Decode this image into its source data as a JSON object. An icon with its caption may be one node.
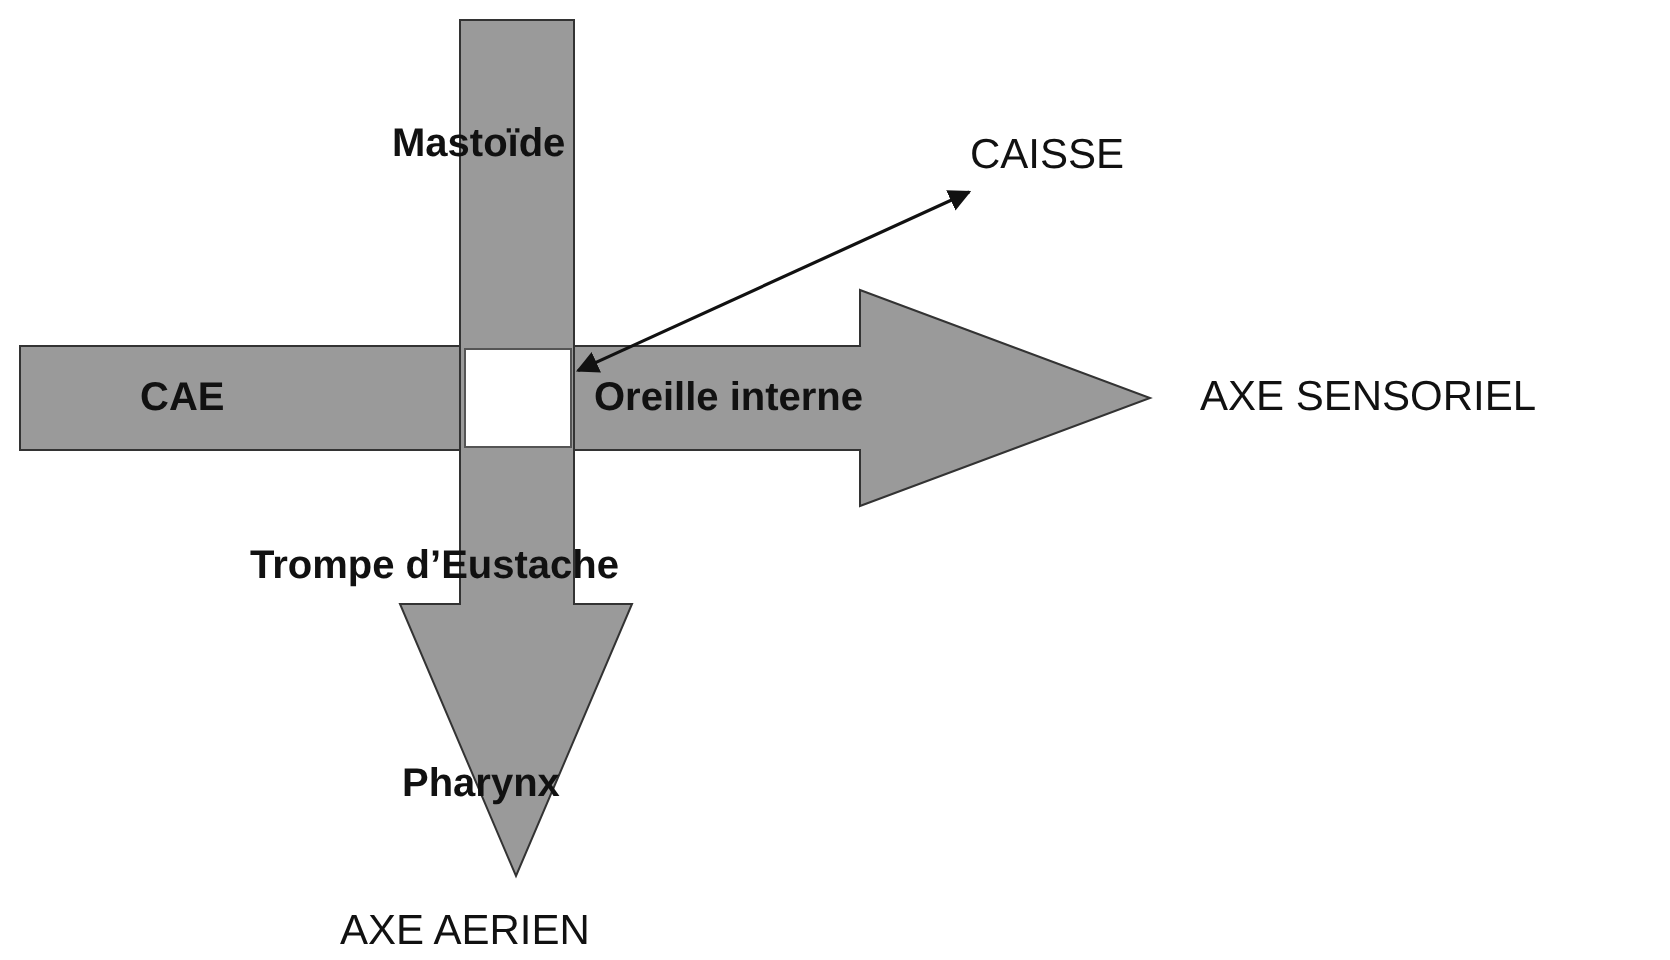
{
  "diagram": {
    "nodes": [
      {
        "text": [
          "CAISSE"
        ]
      },
      {
        "text": [],
        "shape": "box"
      }
    ],
    "edges": [
      {
        "from": 1,
        "to": 0,
        "arrow": "both"
      }
    ],
    "labels": [
      "Mastoïde",
      "CAE",
      "Oreille interne",
      "AXE SENSORIEL",
      "Trompe d’Eustache",
      "Pharynx",
      "AXE AERIEN"
    ]
  }
}
